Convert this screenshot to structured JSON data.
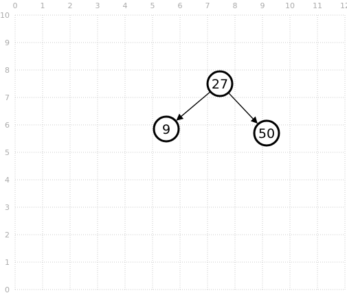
{
  "grid": {
    "x_labels": [
      "0",
      "1",
      "2",
      "3",
      "4",
      "5",
      "6",
      "7",
      "8",
      "9",
      "10",
      "11",
      "12"
    ],
    "y_labels": [
      "0",
      "1",
      "2",
      "3",
      "4",
      "5",
      "6",
      "7",
      "8",
      "9",
      "10"
    ],
    "line_color": "#c8c8c8",
    "label_color": "#aaaaaa"
  },
  "tree": {
    "nodes": [
      {
        "id": "n27",
        "label": "27",
        "x": 7.45,
        "y": 7.5
      },
      {
        "id": "n9",
        "label": "9",
        "x": 5.5,
        "y": 5.85
      },
      {
        "id": "n50",
        "label": "50",
        "x": 9.15,
        "y": 5.7
      }
    ],
    "edges": [
      {
        "from": "n27",
        "to": "n9"
      },
      {
        "from": "n27",
        "to": "n50"
      }
    ]
  }
}
